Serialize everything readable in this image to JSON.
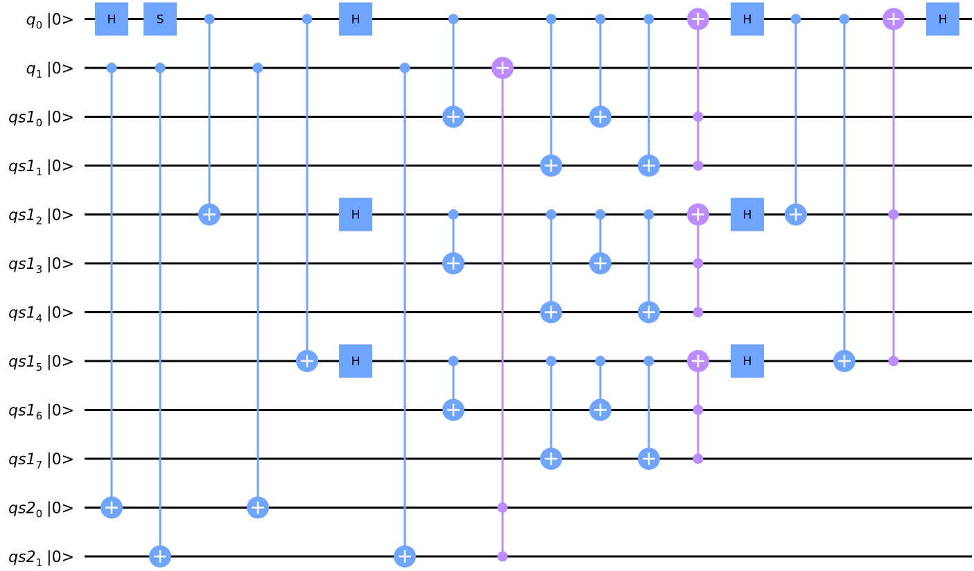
{
  "diagram": {
    "title": "",
    "qubits": [
      {
        "name": "q",
        "index": "0",
        "ket": "|0>"
      },
      {
        "name": "q",
        "index": "1",
        "ket": "|0>"
      },
      {
        "name": "qs1",
        "index": "0",
        "ket": "|0>"
      },
      {
        "name": "qs1",
        "index": "1",
        "ket": "|0>"
      },
      {
        "name": "qs1",
        "index": "2",
        "ket": "|0>"
      },
      {
        "name": "qs1",
        "index": "3",
        "ket": "|0>"
      },
      {
        "name": "qs1",
        "index": "4",
        "ket": "|0>"
      },
      {
        "name": "qs1",
        "index": "5",
        "ket": "|0>"
      },
      {
        "name": "qs1",
        "index": "6",
        "ket": "|0>"
      },
      {
        "name": "qs1",
        "index": "7",
        "ket": "|0>"
      },
      {
        "name": "qs2",
        "index": "0",
        "ket": "|0>"
      },
      {
        "name": "qs2",
        "index": "1",
        "ket": "|0>"
      }
    ],
    "colors": {
      "gate": "#6fa4ff",
      "multi_control": "#bb8bff",
      "wire": "#000000"
    },
    "columns": [
      {
        "ops": [
          {
            "type": "H",
            "qubit": 0
          },
          {
            "type": "CX",
            "control": [
              1
            ],
            "target": 10
          }
        ]
      },
      {
        "ops": [
          {
            "type": "S",
            "qubit": 0
          },
          {
            "type": "CX",
            "control": [
              1
            ],
            "target": 11
          }
        ]
      },
      {
        "ops": [
          {
            "type": "CX",
            "control": [
              0
            ],
            "target": 4
          }
        ]
      },
      {
        "ops": [
          {
            "type": "CX",
            "control": [
              1
            ],
            "target": 10
          }
        ]
      },
      {
        "ops": [
          {
            "type": "CX",
            "control": [
              0
            ],
            "target": 7
          }
        ]
      },
      {
        "ops": [
          {
            "type": "H",
            "qubit": 0
          },
          {
            "type": "H",
            "qubit": 4
          },
          {
            "type": "H",
            "qubit": 7
          }
        ]
      },
      {
        "ops": [
          {
            "type": "CX",
            "control": [
              1
            ],
            "target": 11
          }
        ]
      },
      {
        "ops": [
          {
            "type": "CX",
            "control": [
              0
            ],
            "target": 2
          },
          {
            "type": "CX",
            "control": [
              4
            ],
            "target": 5
          },
          {
            "type": "CX",
            "control": [
              7
            ],
            "target": 8
          }
        ]
      },
      {
        "ops": [
          {
            "type": "CCX",
            "control": [
              10,
              11
            ],
            "target": 1
          }
        ]
      },
      {
        "ops": [
          {
            "type": "CX",
            "control": [
              0
            ],
            "target": 3
          },
          {
            "type": "CX",
            "control": [
              4
            ],
            "target": 6
          },
          {
            "type": "CX",
            "control": [
              7
            ],
            "target": 9
          }
        ]
      },
      {
        "ops": [
          {
            "type": "CX",
            "control": [
              0
            ],
            "target": 2
          },
          {
            "type": "CX",
            "control": [
              4
            ],
            "target": 5
          },
          {
            "type": "CX",
            "control": [
              7
            ],
            "target": 8
          }
        ]
      },
      {
        "ops": [
          {
            "type": "CX",
            "control": [
              0
            ],
            "target": 3
          },
          {
            "type": "CX",
            "control": [
              4
            ],
            "target": 6
          },
          {
            "type": "CX",
            "control": [
              7
            ],
            "target": 9
          }
        ]
      },
      {
        "ops": [
          {
            "type": "CCX",
            "control": [
              2,
              3
            ],
            "target": 0
          },
          {
            "type": "CCX",
            "control": [
              5,
              6
            ],
            "target": 4
          },
          {
            "type": "CCX",
            "control": [
              8,
              9
            ],
            "target": 7
          }
        ]
      },
      {
        "ops": [
          {
            "type": "H",
            "qubit": 0
          },
          {
            "type": "H",
            "qubit": 4
          },
          {
            "type": "H",
            "qubit": 7
          }
        ]
      },
      {
        "ops": [
          {
            "type": "CX",
            "control": [
              0
            ],
            "target": 4
          }
        ]
      },
      {
        "ops": [
          {
            "type": "CX",
            "control": [
              0
            ],
            "target": 7
          }
        ]
      },
      {
        "ops": [
          {
            "type": "CCX",
            "control": [
              4,
              7
            ],
            "target": 0
          }
        ]
      },
      {
        "ops": [
          {
            "type": "H",
            "qubit": 0
          }
        ]
      }
    ]
  }
}
